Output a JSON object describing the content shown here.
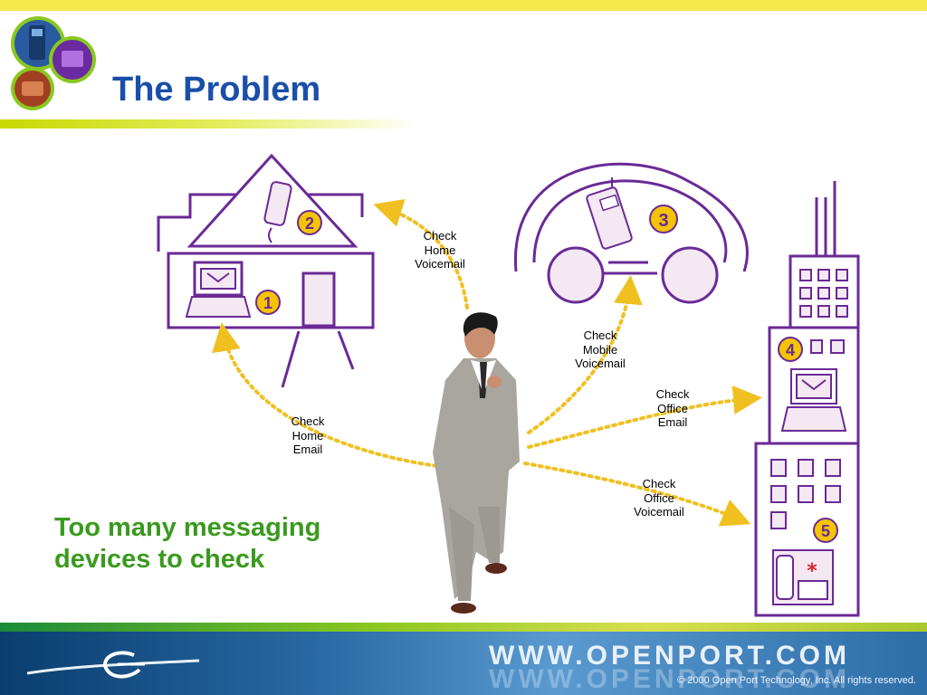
{
  "title": "The Problem",
  "tagline": [
    "Too many messaging",
    "devices to check"
  ],
  "labels": {
    "home_voicemail": [
      "Check",
      "Home",
      "Voicemail"
    ],
    "home_email": [
      "Check",
      "Home",
      "Email"
    ],
    "mobile_voicemail": [
      "Check",
      "Mobile",
      "Voicemail"
    ],
    "office_email": [
      "Check",
      "Office",
      "Email"
    ],
    "office_voicemail": [
      "Check",
      "Office",
      "Voicemail"
    ]
  },
  "badges": [
    "1",
    "2",
    "3",
    "4",
    "5"
  ],
  "footer": {
    "url": "WWW.OPENPORT.COM",
    "copyright": "© 2000 Open Port Technology, Inc. All rights reserved."
  },
  "colors": {
    "title": "#1a4fa8",
    "tagline": "#3a9a1e",
    "outline": "#6a2a96",
    "fill": "#f4e8f2",
    "badge": "#f5c400",
    "arrow": "#f0c020"
  }
}
